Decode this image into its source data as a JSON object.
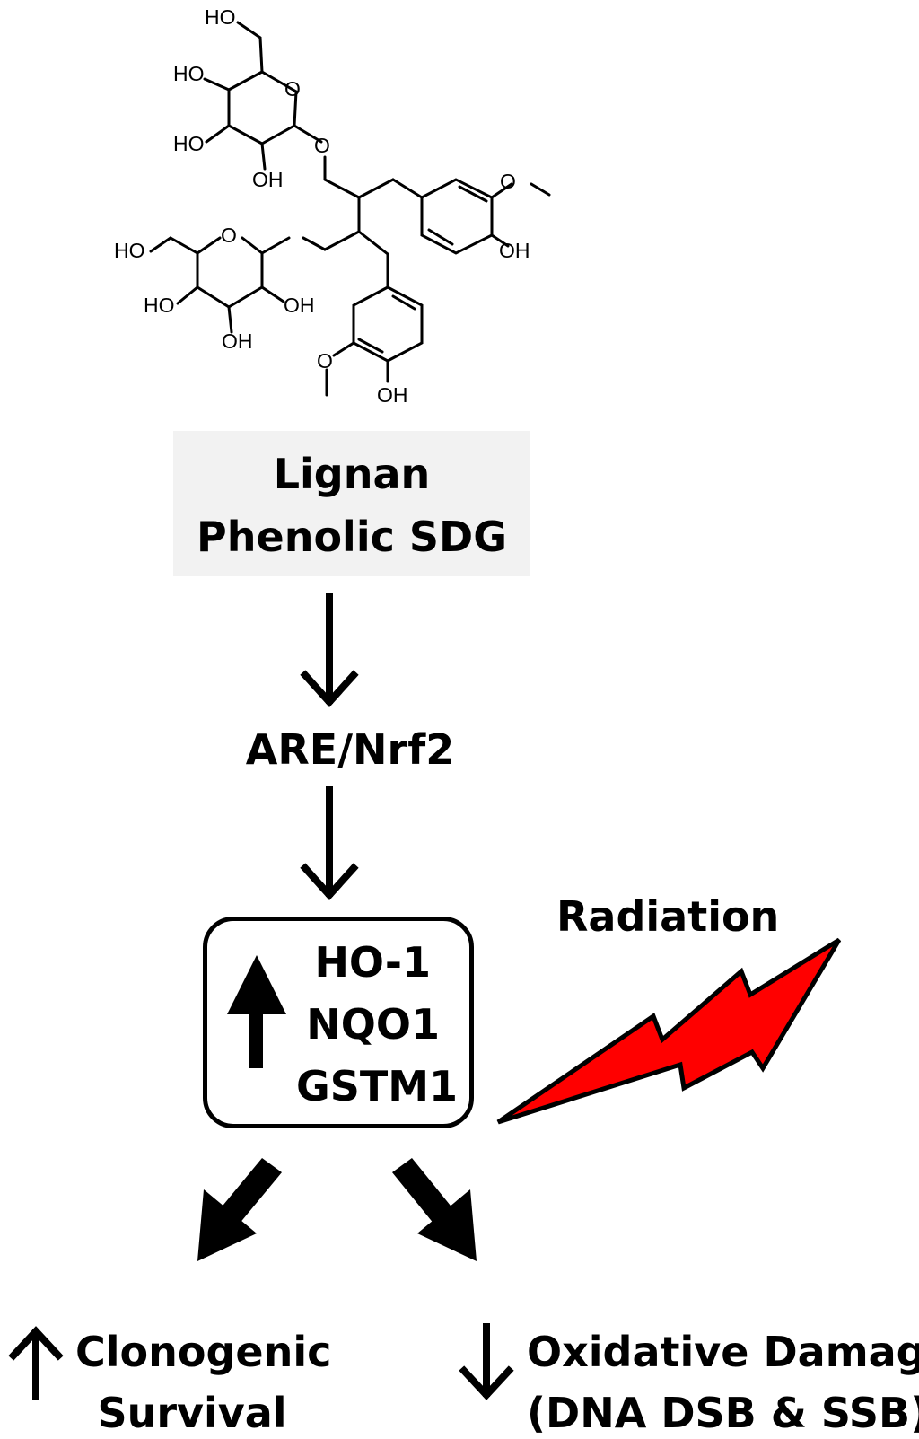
{
  "molecule": {
    "atoms": [
      "HO",
      "HO",
      "O",
      "HO",
      "O",
      "OH",
      "O",
      "HO",
      "O",
      "OH",
      "HO",
      "OH",
      "OH",
      "O",
      "OH"
    ]
  },
  "compound": {
    "line1": "Lignan",
    "line2": "Phenolic SDG"
  },
  "pathway": {
    "step": "ARE/Nrf2"
  },
  "genes": [
    "HO-1",
    "NQO1",
    "GSTM1"
  ],
  "stimulus": "Radiation",
  "outcomes": {
    "survival": {
      "line1": "Clonogenic",
      "line2": "Survival"
    },
    "damage": {
      "line1": "Oxidative Damage",
      "line2": "(DNA DSB & SSB)"
    }
  },
  "colors": {
    "lightning": "#ff0000",
    "box_fill": "#f2f2f2",
    "ink": "#000000"
  },
  "icons": [
    "down-arrow-icon",
    "up-arrow-icon",
    "lightning-bolt-icon",
    "diagonal-arrow-icon"
  ]
}
